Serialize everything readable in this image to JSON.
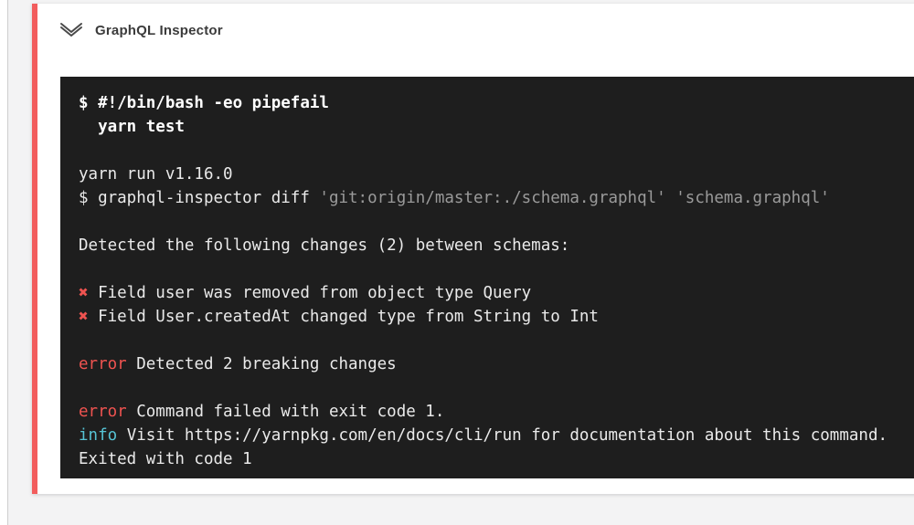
{
  "page": {
    "background": "#f3f3f4",
    "card_background": "#ffffff",
    "accent_stripe_color": "#f25d5d"
  },
  "header": {
    "title": "GraphQL Inspector",
    "collapse_icon": "chevron-down-icon"
  },
  "terminal": {
    "background": "#1e1e1e",
    "colors": {
      "default": "#eaeaea",
      "bold": "#ffffff",
      "red": "#ef5350",
      "cyan": "#56c3d4",
      "dim": "#9a9a9a"
    },
    "lines": [
      {
        "segments": [
          {
            "text": "$ #!/bin/bash -eo pipefail",
            "style": "bold"
          }
        ]
      },
      {
        "segments": [
          {
            "text": "  yarn test",
            "style": "bold"
          }
        ]
      },
      {
        "segments": []
      },
      {
        "segments": [
          {
            "text": "yarn run v1.16.0",
            "style": "default"
          }
        ]
      },
      {
        "segments": [
          {
            "text": "$ graphql-inspector diff ",
            "style": "default"
          },
          {
            "text": "'git:origin/master:./schema.graphql'",
            "style": "dim"
          },
          {
            "text": " ",
            "style": "default"
          },
          {
            "text": "'schema.graphql'",
            "style": "dim"
          }
        ]
      },
      {
        "segments": []
      },
      {
        "segments": [
          {
            "text": "Detected the following changes (2) between schemas:",
            "style": "default"
          }
        ]
      },
      {
        "segments": []
      },
      {
        "segments": [
          {
            "text": "✖",
            "style": "red"
          },
          {
            "text": " Field user was removed from object type Query",
            "style": "default"
          }
        ]
      },
      {
        "segments": [
          {
            "text": "✖",
            "style": "red"
          },
          {
            "text": " Field User.createdAt changed type from String to Int",
            "style": "default"
          }
        ]
      },
      {
        "segments": []
      },
      {
        "segments": [
          {
            "text": "error",
            "style": "red"
          },
          {
            "text": " Detected 2 breaking changes",
            "style": "default"
          }
        ]
      },
      {
        "segments": []
      },
      {
        "segments": [
          {
            "text": "error",
            "style": "red"
          },
          {
            "text": " Command failed with exit code 1.",
            "style": "default"
          }
        ]
      },
      {
        "segments": [
          {
            "text": "info",
            "style": "cyan"
          },
          {
            "text": " Visit https://yarnpkg.com/en/docs/cli/run for documentation about this command.",
            "style": "default"
          }
        ]
      },
      {
        "segments": [
          {
            "text": "Exited with code 1",
            "style": "default"
          }
        ]
      }
    ]
  }
}
